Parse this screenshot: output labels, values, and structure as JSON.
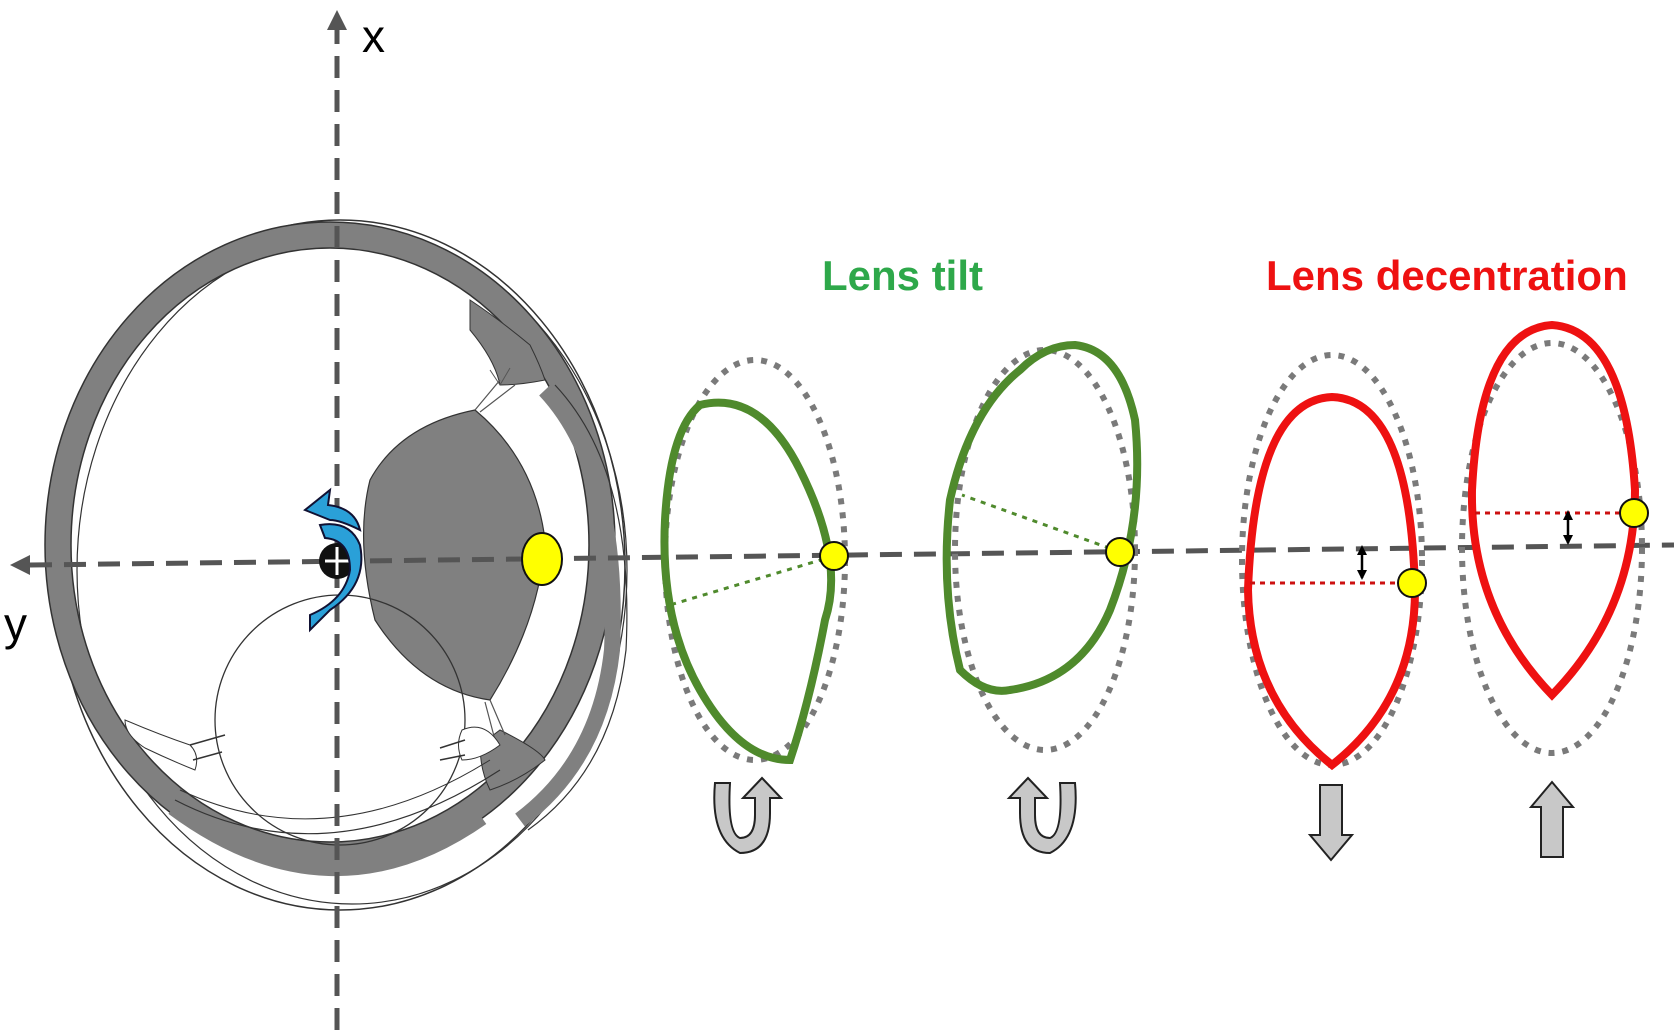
{
  "axes": {
    "x_label": "x",
    "y_label": "y"
  },
  "titles": {
    "tilt": "Lens tilt",
    "decentration": "Lens decentration"
  },
  "colors": {
    "tilt": "#4f8a2c",
    "tilt_title": "#2ea84a",
    "decentration": "#ee1111",
    "dashed": "#707070",
    "marker": "#ffff00",
    "eye_gray": "#808080",
    "rotation_arrow": "#2aa0d8"
  },
  "icons": {
    "rotation": "curved-rotation-arrow-icon",
    "tilt_forward": "u-turn-arrow-icon",
    "tilt_back": "u-turn-arrow-icon",
    "decenter_down": "down-arrow-icon",
    "decenter_up": "up-arrow-icon"
  }
}
